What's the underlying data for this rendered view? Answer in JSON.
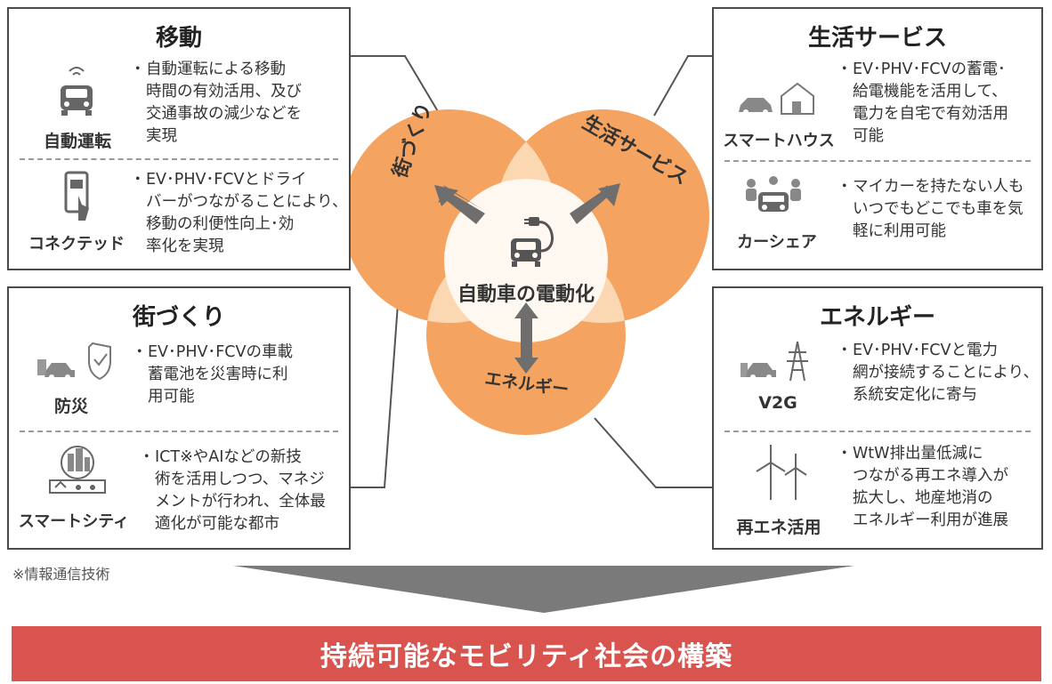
{
  "colors": {
    "orange": "#f4a460",
    "light": "#fde7cf",
    "banner": "#d9534f",
    "arrow": "#6e6e6e"
  },
  "center": {
    "label": "自動車の電動化",
    "lobe_top_left": "街づくり",
    "lobe_top_right": "生活サービス",
    "lobe_bottom": "エネルギー"
  },
  "panels": {
    "idou": {
      "title": "移動",
      "items": [
        {
          "icon": "self-driving-car-icon",
          "label": "自動運転",
          "text": "自動運転による移動\n時間の有効活用、及び\n交通事故の減少などを\n実現"
        },
        {
          "icon": "connected-phone-icon",
          "label": "コネクテッド",
          "text": "EV･PHV･FCVとドライ\nバーがつながることにより、\n移動の利便性向上･効\n率化を実現"
        }
      ]
    },
    "machi": {
      "title": "街づくり",
      "items": [
        {
          "icon": "disaster-shield-icon",
          "label": "防災",
          "text": "EV･PHV･FCVの車載\n蓄電池を災害時に利\n用可能"
        },
        {
          "icon": "smart-city-icon",
          "label": "スマートシティ",
          "text": "ICT※やAIなどの新技\n術を活用しつつ、マネジ\nメントが行われ、全体最\n適化が可能な都市"
        }
      ]
    },
    "seikatsu": {
      "title": "生活サービス",
      "items": [
        {
          "icon": "smart-house-icon",
          "label": "スマートハウス",
          "text": "EV･PHV･FCVの蓄電･\n給電機能を活用して、\n電力を自宅で有効活用\n可能"
        },
        {
          "icon": "car-share-icon",
          "label": "カーシェア",
          "text": "マイカーを持たない人も\nいつでもどこでも車を気\n軽に利用可能"
        }
      ]
    },
    "energy": {
      "title": "エネルギー",
      "items": [
        {
          "icon": "v2g-tower-icon",
          "label": "V2G",
          "text": "EV･PHV･FCVと電力\n網が接続することにより、\n系統安定化に寄与"
        },
        {
          "icon": "wind-turbine-icon",
          "label": "再エネ活用",
          "text": "WtW排出量低減に\nつながる再エネ導入が\n拡大し、地産地消の\nエネルギー利用が進展"
        }
      ]
    }
  },
  "bullet": "・",
  "footnote": "※情報通信技術",
  "banner": "持続可能なモビリティ社会の構築"
}
